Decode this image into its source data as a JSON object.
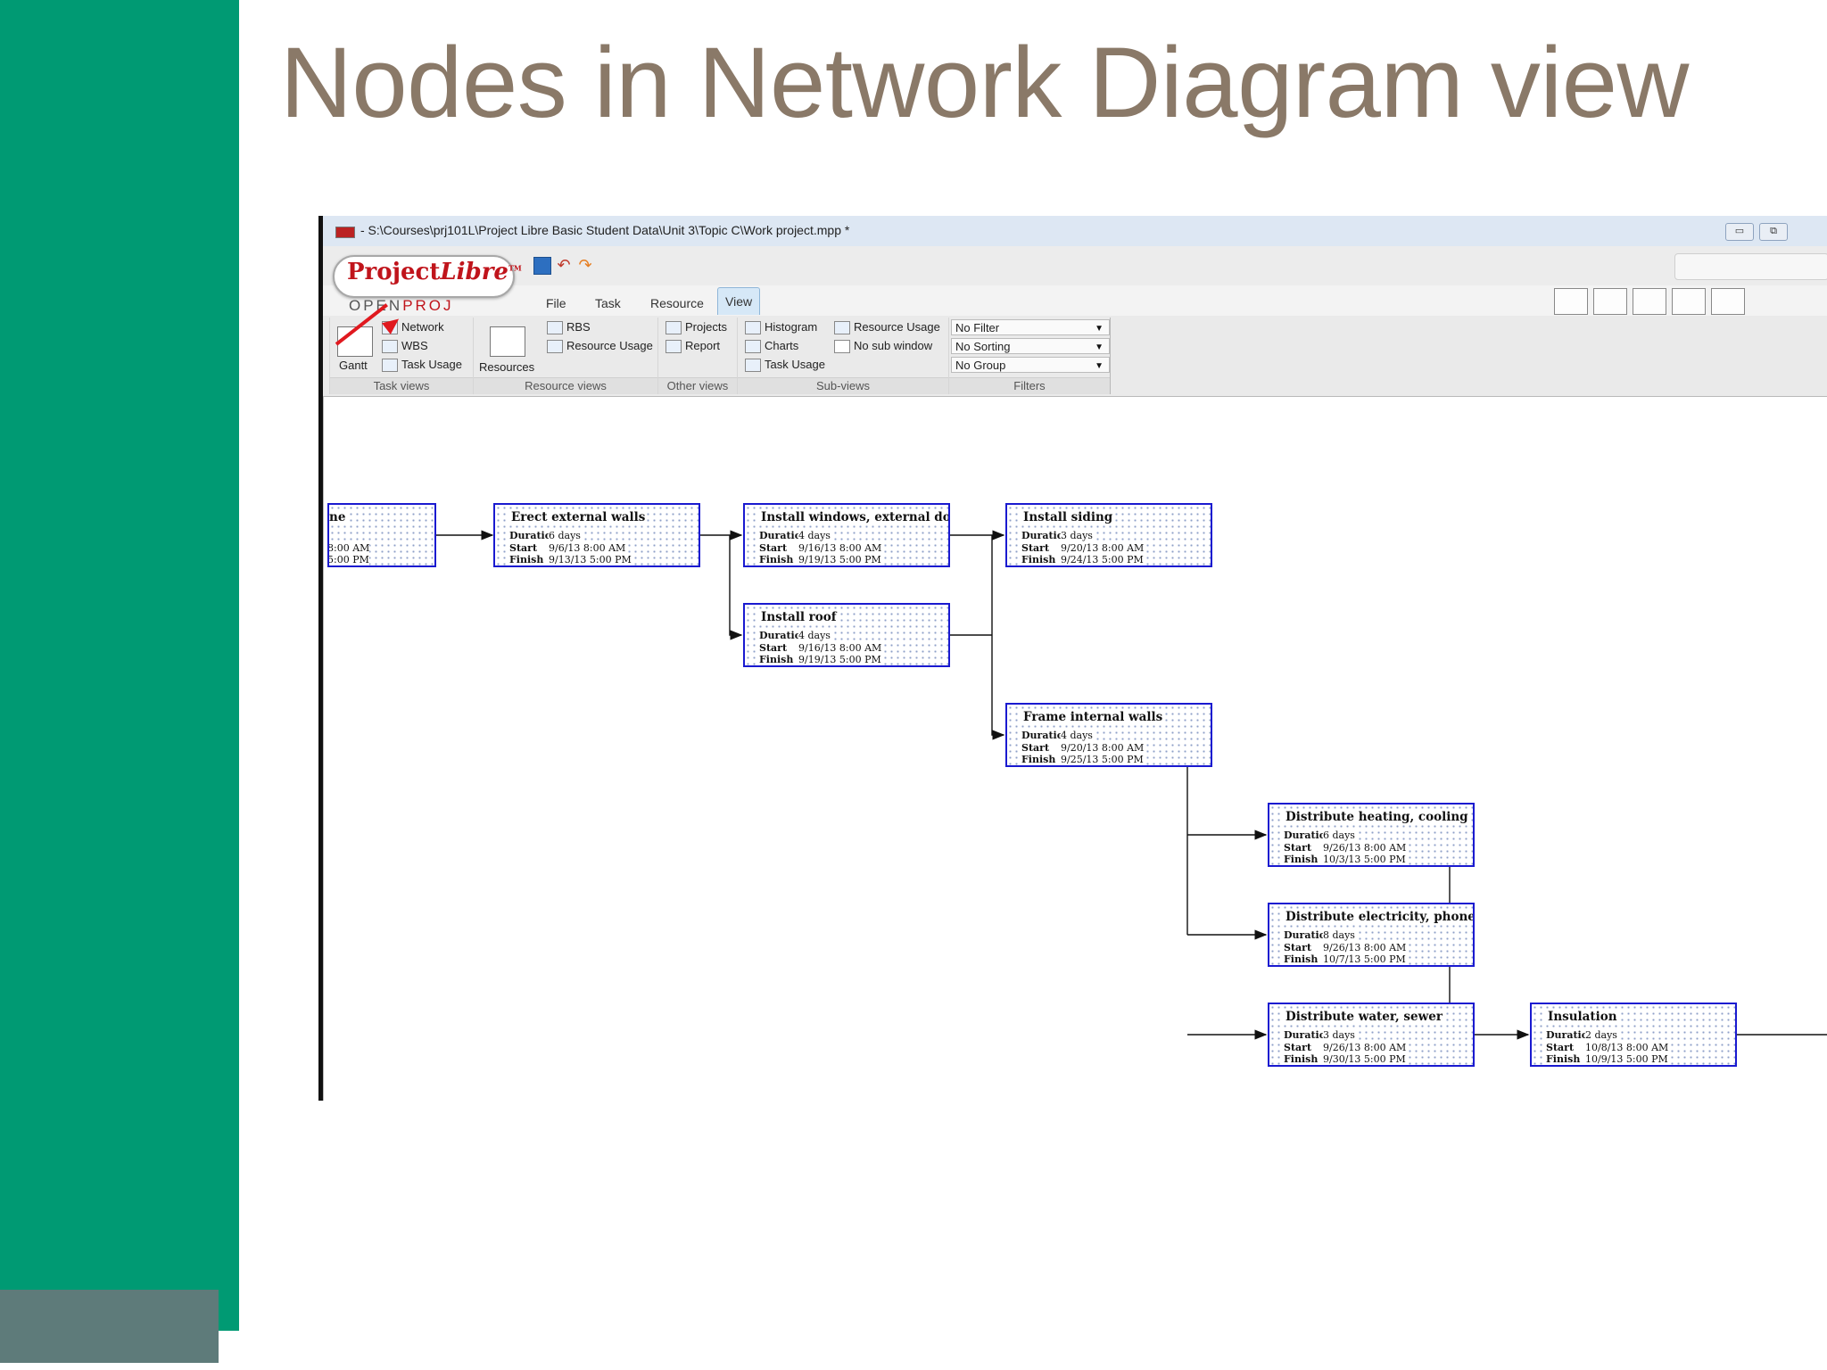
{
  "slide": {
    "title": "Nodes in Network Diagram view"
  },
  "window": {
    "title": "- S:\\Courses\\prj101L\\Project Libre Basic Student Data\\Unit 3\\Topic C\\Work project.mpp *",
    "minimize_label": "▭",
    "maximize_label": "⧉"
  },
  "logo": {
    "brand_main": "Project",
    "brand_italic": "Libre",
    "brand_tm": "TM",
    "sub_a": "OPEN",
    "sub_b": "PROJ"
  },
  "tabs": [
    "File",
    "Task",
    "Resource",
    "View"
  ],
  "active_tab": "View",
  "ribbon": {
    "task_views": {
      "label": "Task views",
      "gantt": "Gantt",
      "network": "Network",
      "wbs": "WBS",
      "task_usage": "Task Usage"
    },
    "resource_views": {
      "label": "Resource views",
      "resources": "Resources",
      "rbs": "RBS",
      "resource_usage": "Resource Usage"
    },
    "other_views": {
      "label": "Other views",
      "projects": "Projects",
      "report": "Report"
    },
    "sub_views": {
      "label": "Sub-views",
      "histogram": "Histogram",
      "charts": "Charts",
      "task_usage": "Task Usage",
      "resource_usage": "Resource Usage",
      "no_sub_window": "No sub window"
    },
    "filters": {
      "label": "Filters",
      "filter": "No Filter",
      "sorting": "No Sorting",
      "group": "No Group"
    }
  },
  "nodes": [
    {
      "name": "ne",
      "duration": "",
      "start": "8:00 AM",
      "finish": "5:00 PM",
      "partial": true
    },
    {
      "name": "Erect external walls",
      "duration": "6 days",
      "start": "9/6/13 8:00 AM",
      "finish": "9/13/13 5:00 PM"
    },
    {
      "name": "Install windows, external doors",
      "duration": "4 days",
      "start": "9/16/13 8:00 AM",
      "finish": "9/19/13 5:00 PM"
    },
    {
      "name": "Install siding",
      "duration": "3 days",
      "start": "9/20/13 8:00 AM",
      "finish": "9/24/13 5:00 PM"
    },
    {
      "name": "Install roof",
      "duration": "4 days",
      "start": "9/16/13 8:00 AM",
      "finish": "9/19/13 5:00 PM"
    },
    {
      "name": "Frame internal walls",
      "duration": "4 days",
      "start": "9/20/13 8:00 AM",
      "finish": "9/25/13 5:00 PM"
    },
    {
      "name": "Distribute heating, cooling",
      "duration": "6 days",
      "start": "9/26/13 8:00 AM",
      "finish": "10/3/13 5:00 PM"
    },
    {
      "name": "Distribute electricity, phone, ...",
      "duration": "8 days",
      "start": "9/26/13 8:00 AM",
      "finish": "10/7/13 5:00 PM"
    },
    {
      "name": "Distribute water, sewer",
      "duration": "3 days",
      "start": "9/26/13 8:00 AM",
      "finish": "9/30/13 5:00 PM"
    },
    {
      "name": "Insulation",
      "duration": "2 days",
      "start": "10/8/13 8:00 AM",
      "finish": "10/9/13 5:00 PM"
    }
  ],
  "field_labels": {
    "duration": "Duration",
    "start": "Start",
    "finish": "Finish"
  }
}
